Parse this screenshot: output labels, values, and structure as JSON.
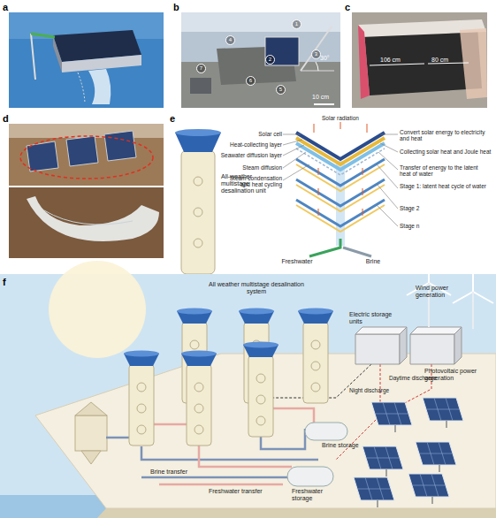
{
  "diagram": {
    "labels": [
      "a",
      "b",
      "c",
      "d",
      "e",
      "f",
      "1",
      "2",
      "3",
      "4",
      "5",
      "6",
      "7",
      "30°",
      "10 cm",
      "106 cm",
      "80 cm",
      "All-weather multistage desalination unit",
      "Solar cell",
      "Heat-collecting layer",
      "Seawater diffusion layer",
      "Steam diffusion",
      "Steam condensation and heat cycling",
      "Solar radiation",
      "Convert solar energy to electricity and heat",
      "Collecting solar heat and Joule heat",
      "Transfer of energy to the latent heat of water",
      "Stage 1: latent heat cycle of water",
      "Stage 2",
      "Stage n",
      "Freshwater",
      "Brine",
      "All weather multistage desalination system",
      "Wind power generation",
      "Electric storage units",
      "Photovoltaic power generation",
      "Daytime discharge",
      "Night discharge",
      "Brine storage",
      "Freshwater storage",
      "Brine transfer",
      "Freshwater transfer"
    ]
  }
}
